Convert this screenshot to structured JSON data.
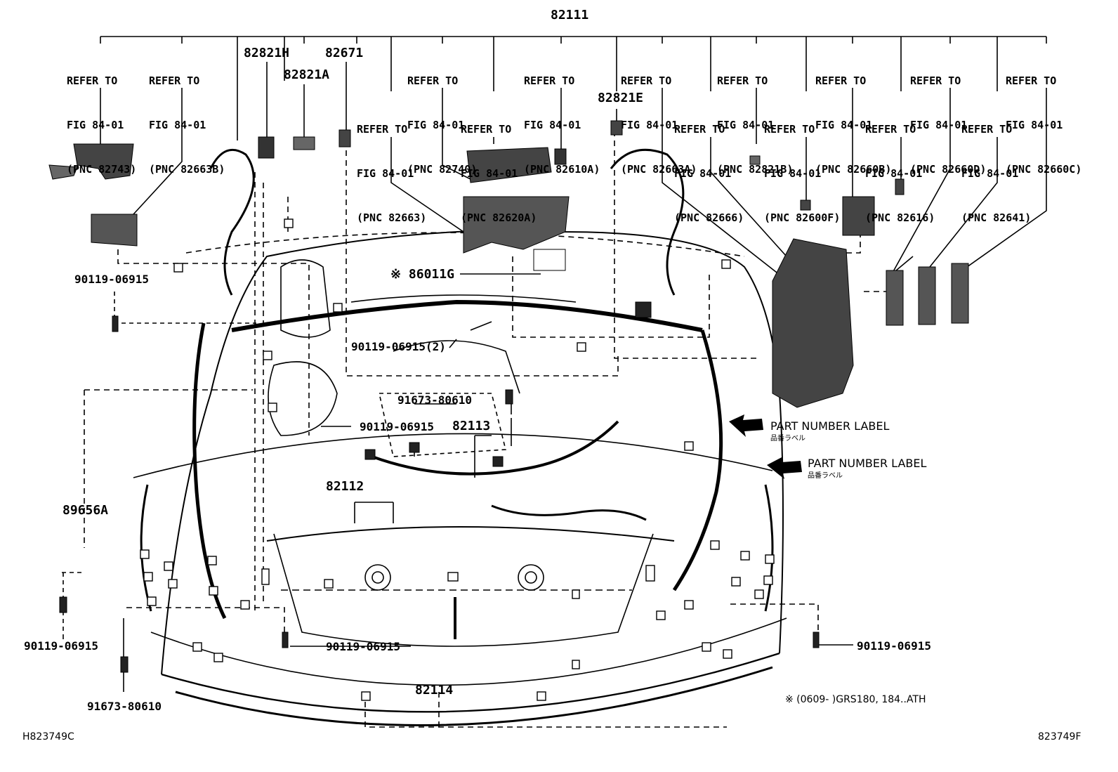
{
  "top_label": "82111",
  "refers": [
    {
      "l1": "REFER TO",
      "l2": "FIG 84-01",
      "l3": "(PNC 82743)"
    },
    {
      "l1": "REFER TO",
      "l2": "FIG 84-01",
      "l3": "(PNC 82663B)"
    },
    {
      "l1": "REFER TO",
      "l2": "FIG 84-01",
      "l3": "(PNC 82740)"
    },
    {
      "l1": "REFER TO",
      "l2": "FIG 84-01",
      "l3": "(PNC 82610A)"
    },
    {
      "l1": "REFER TO",
      "l2": "FIG 84-01",
      "l3": "(PNC 82663A)"
    },
    {
      "l1": "REFER TO",
      "l2": "FIG 84-01",
      "l3": "(PNC 82821B)"
    },
    {
      "l1": "REFER TO",
      "l2": "FIG 84-01",
      "l3": "(PNC 82660B)"
    },
    {
      "l1": "REFER TO",
      "l2": "FIG 84-01",
      "l3": "(PNC 82660D)"
    },
    {
      "l1": "REFER TO",
      "l2": "FIG 84-01",
      "l3": "(PNC 82660C)"
    },
    {
      "l1": "REFER TO",
      "l2": "FIG 84-01",
      "l3": "(PNC 82663)"
    },
    {
      "l1": "REFER TO",
      "l2": "FIG 84-01",
      "l3": "(PNC 82620A)"
    },
    {
      "l1": "REFER TO",
      "l2": "FIG 84-01",
      "l3": "(PNC 82666)"
    },
    {
      "l1": "REFER TO",
      "l2": "FIG 84-01",
      "l3": "(PNC 82600F)"
    },
    {
      "l1": "REFER TO",
      "l2": "FIG 84-01",
      "l3": "(PNC 82616)"
    },
    {
      "l1": "REFER TO",
      "l2": "FIG 84-01",
      "l3": "(PNC 82641)"
    }
  ],
  "part_labels": {
    "p82821H": "82821H",
    "p82671": "82671",
    "p82821A": "82821A",
    "p82821E": "82821E",
    "p86011G": "※ 86011G",
    "p90119a": "90119-06915",
    "p90119b": "90119-06915(2)",
    "p91673a": "91673-80610",
    "p90119c": "90119-06915",
    "p82113": "82113",
    "p82112": "82112",
    "p89656A": "89656A",
    "p90119d": "90119-06915",
    "p90119e": "90119-06915",
    "p90119f": "90119-06915",
    "p91673b": "91673-80610",
    "p82114": "82114"
  },
  "label_part_number_1": "PART NUMBER LABEL",
  "label_part_number_1_jp": "品番ラベル",
  "label_part_number_2": "PART NUMBER LABEL",
  "label_part_number_2_jp": "品番ラベル",
  "footnote": "※ (0609-      )GRS180, 184..ATH",
  "code_left": "H823749C",
  "code_right": "823749F"
}
